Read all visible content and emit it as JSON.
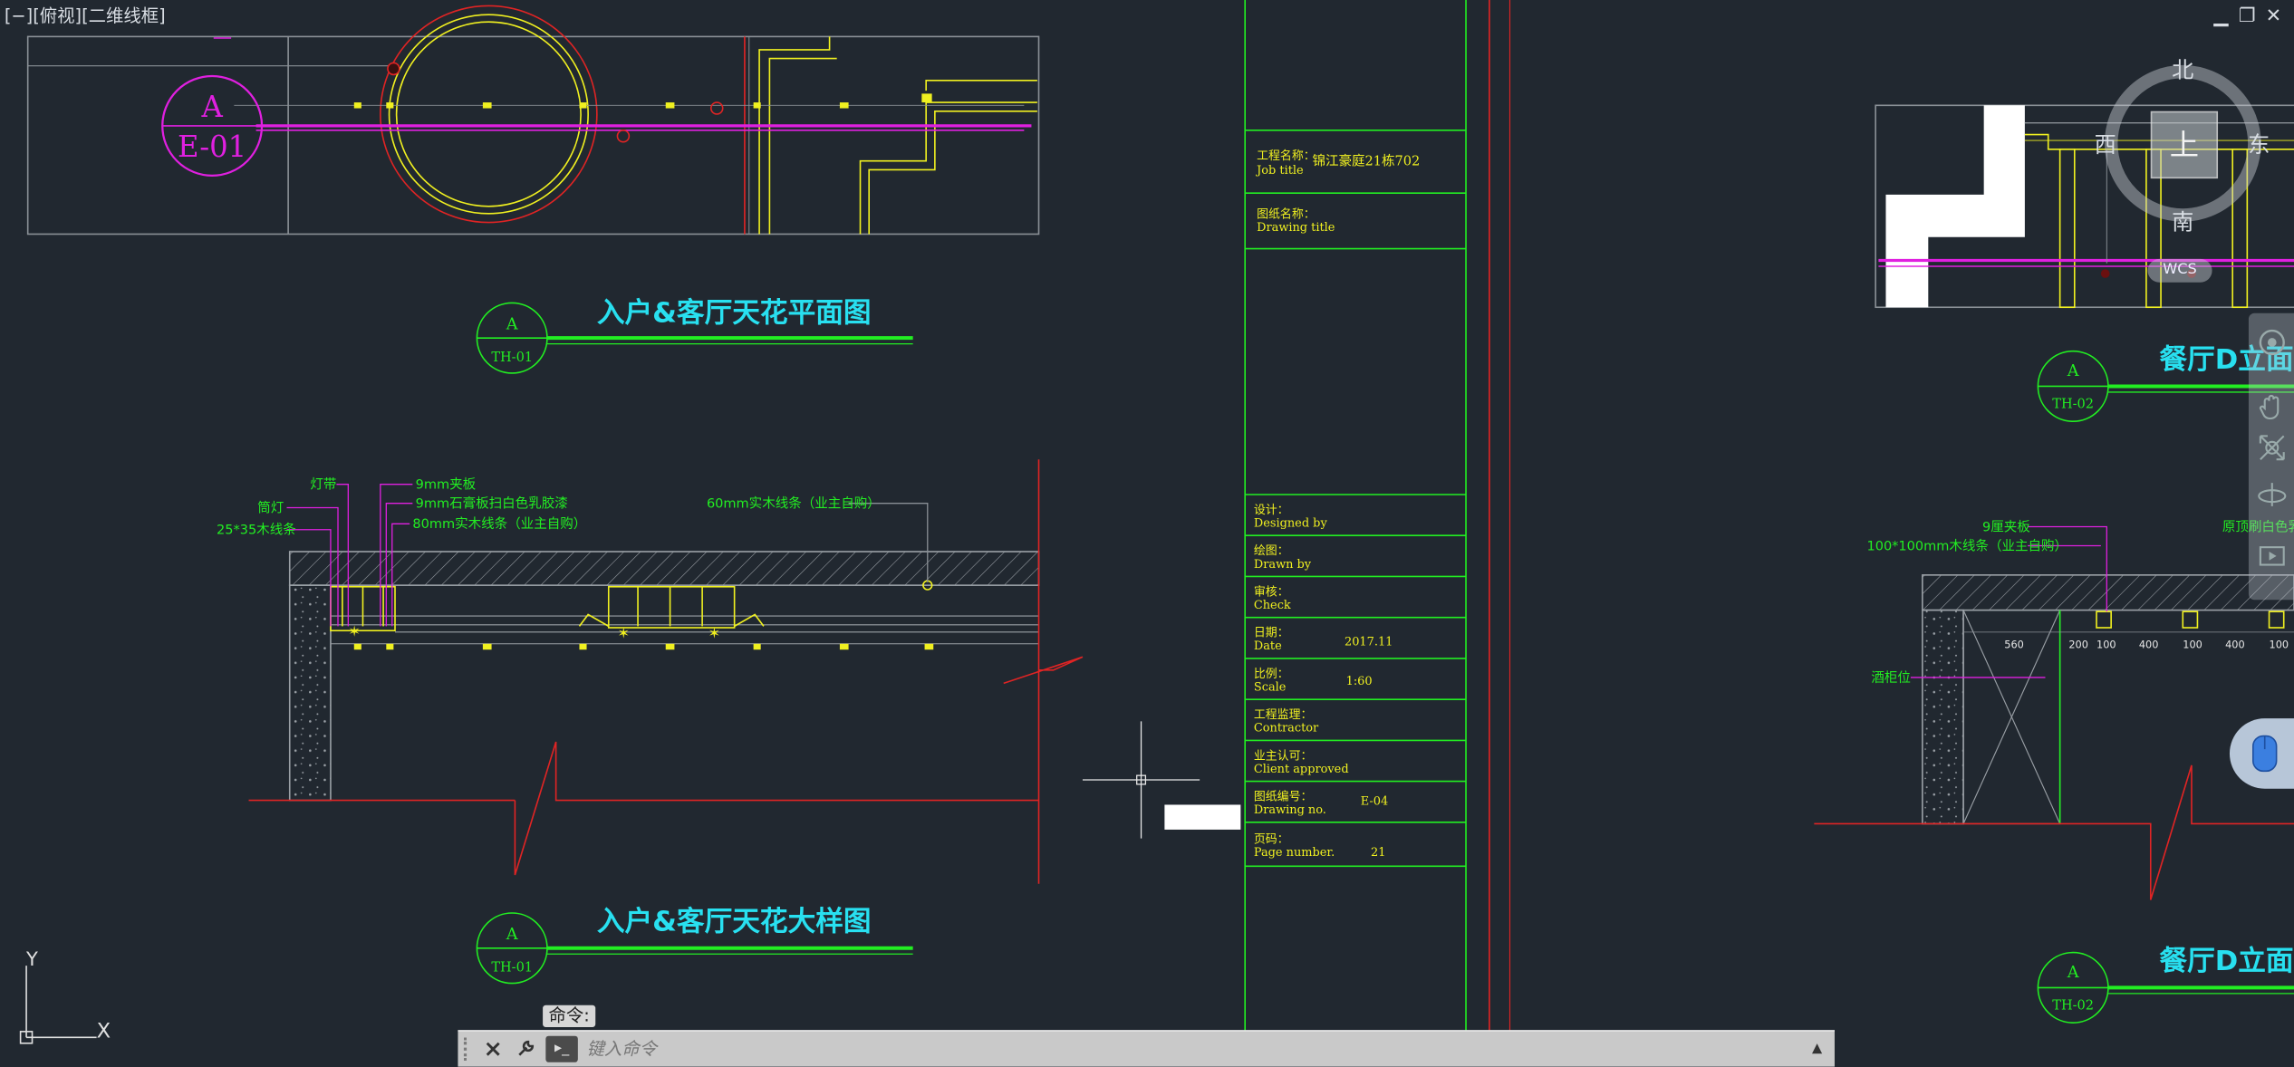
{
  "viewport": {
    "label": "[−][俯视][二维线框]"
  },
  "window_controls": {
    "minimize": "▁",
    "restore": "❐",
    "close": "✕"
  },
  "colors": {
    "background": "#212830",
    "cyan": "#28e0f0",
    "green": "#22ee22",
    "yellow": "#f0f020",
    "magenta": "#e020e0",
    "red": "#e02424",
    "gray": "#8a9096"
  },
  "drawing_left": {
    "top_plan_bubble": {
      "top": "A",
      "bottom": "E-01"
    },
    "plan_title": "入户&客厅天花平面图",
    "plan_bubble": {
      "top": "A",
      "bottom": "TH-01"
    },
    "detail_title": "入户&客厅天花大样图",
    "detail_bubble": {
      "top": "A",
      "bottom": "TH-01"
    },
    "callouts": {
      "c1": "灯带",
      "c2": "筒灯",
      "c3": "25*35木线条",
      "c4": "9mm夹板",
      "c5": "9mm石膏板扫白色乳胶漆",
      "c6": "80mm实木线条（业主自购）",
      "c7": "60mm实木线条（业主自购）"
    }
  },
  "title_block": {
    "project_cn": "工程名称：",
    "project_en": "Job title",
    "project_value": "锦江豪庭21栋702",
    "drawing_cn": "图纸名称：",
    "drawing_en": "Drawing title",
    "designed_cn": "设计：",
    "designed_en": "Designed by",
    "drawn_cn": "绘图：",
    "drawn_en": "Drawn by",
    "check_cn": "审核：",
    "check_en": "Check",
    "date_cn": "日期：",
    "date_en": "Date",
    "date_value": "2017.11",
    "scale_cn": "比例：",
    "scale_en": "Scale",
    "scale_value": "1:60",
    "contractor_cn": "工程监理：",
    "contractor_en": "Contractor",
    "client_cn": "业主认可：",
    "client_en": "Client approved",
    "drawingno_cn": "图纸编号：",
    "drawingno_en": "Drawing no.",
    "drawingno_value": "E-04",
    "page_cn": "页码：",
    "page_en": "Page number.",
    "page_value": "21"
  },
  "drawing_right": {
    "plan_title": "餐厅D立面平",
    "plan_bubble": {
      "top": "A",
      "bottom": "TH-02"
    },
    "detail_title": "餐厅D立面大",
    "detail_bubble": {
      "top": "A",
      "bottom": "TH-02"
    },
    "callouts": {
      "c1": "9厘夹板",
      "c2": "100*100mm木线条（业主自购）",
      "c3": "原顶刷白色乳",
      "c4": "酒柜位"
    },
    "dims": [
      "560",
      "200",
      "100",
      "400",
      "100",
      "400",
      "100"
    ]
  },
  "viewcube": {
    "north": "北",
    "south": "南",
    "west": "西",
    "east": "东",
    "top": "上",
    "wcs": "WCS"
  },
  "ucs": {
    "x": "X",
    "y": "Y"
  },
  "command": {
    "hint": "命令:",
    "placeholder": "键入命令",
    "prompt_icon": "▸_",
    "expand_arrow": "▲"
  }
}
